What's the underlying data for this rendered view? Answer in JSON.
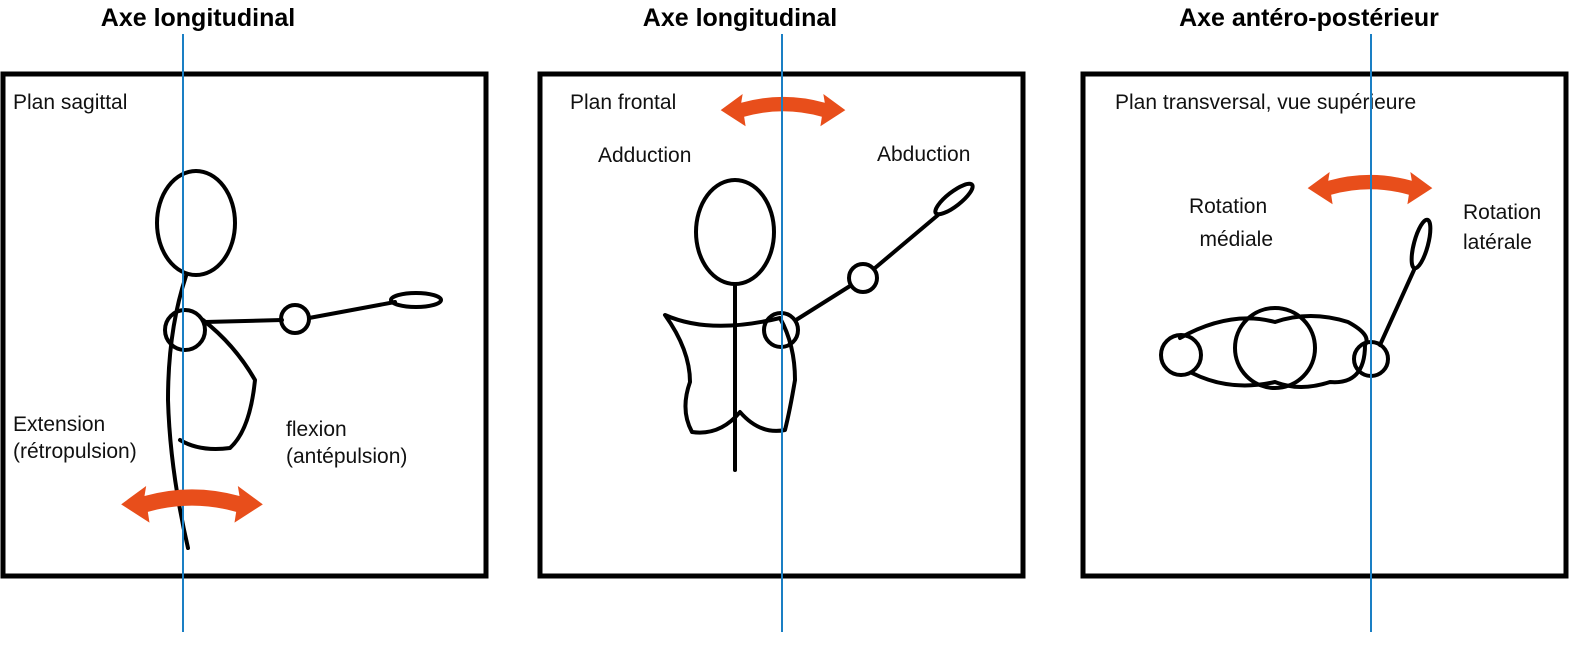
{
  "colors": {
    "axis_line": "#1a7fc4",
    "arrow": "#e84e1b",
    "frame": "#000000"
  },
  "panels": [
    {
      "axis_title": "Axe longitudinal",
      "plane_label": "Plan sagittal",
      "motion_left": [
        "Extension",
        "(rétropulsion)"
      ],
      "motion_right": [
        "flexion",
        "(antépulsion)"
      ]
    },
    {
      "axis_title": "Axe longitudinal",
      "plane_label": "Plan frontal",
      "motion_left": [
        "Adduction"
      ],
      "motion_right": [
        "Abduction"
      ]
    },
    {
      "axis_title": "Axe antéro-postérieur",
      "plane_label": "Plan transversal, vue supérieure",
      "motion_left": [
        "Rotation",
        "médiale"
      ],
      "motion_right": [
        "Rotation",
        "latérale"
      ]
    }
  ]
}
